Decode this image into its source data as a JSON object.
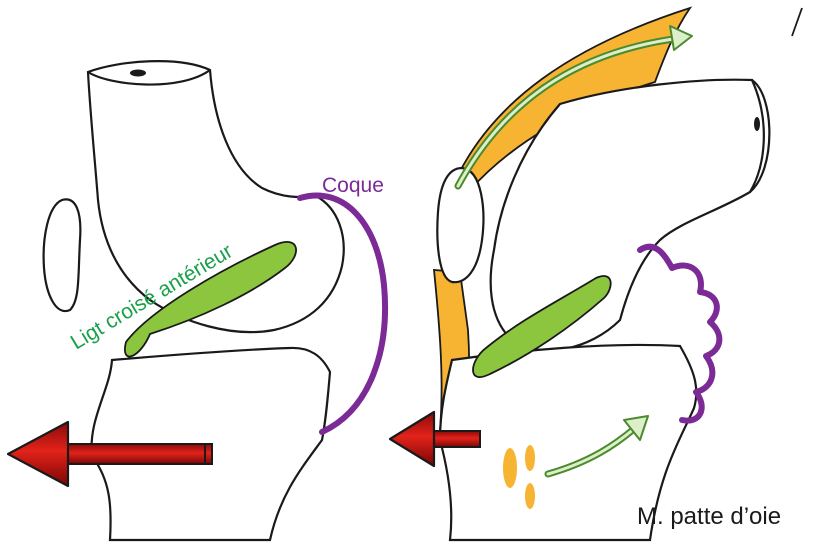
{
  "labels": {
    "coque": "Coque",
    "ligament": "Ligt croisé antérieur",
    "patte_oie": "M. patte d’oie"
  },
  "colors": {
    "outline": "#1a1a1a",
    "ligament_green": "#8cc63f",
    "label_green": "#1aa04a",
    "capsule_purple": "#7b2a96",
    "tendon_orange": "#f7b332",
    "arrow_red": "#e2231a",
    "arrow_green_light": "#dcefc8",
    "arrow_green_dark": "#4b8a2e"
  },
  "icons": {
    "left_arrow": "red-left-arrow-icon",
    "right_arrow": "red-left-arrow-icon",
    "tendon_arrow": "green-curved-arrow-icon",
    "tibia_arrow": "green-curved-arrow-icon"
  }
}
